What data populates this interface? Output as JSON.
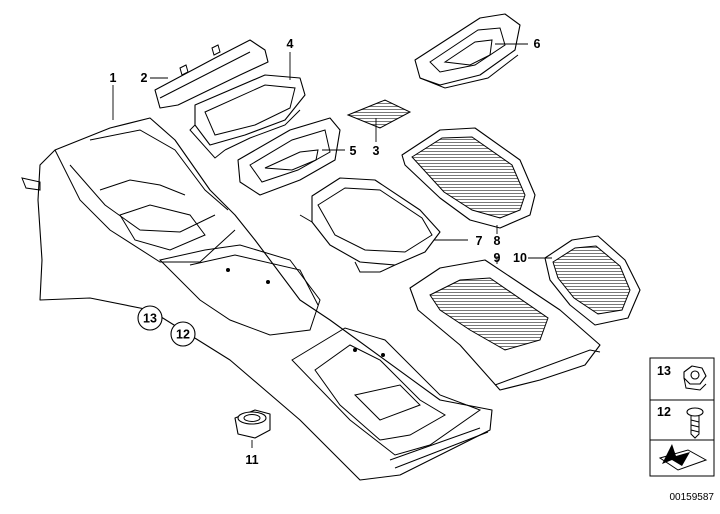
{
  "diagram": {
    "labels": {
      "p1": "1",
      "p2": "2",
      "p3": "3",
      "p4": "4",
      "p5": "5",
      "p6": "6",
      "p7": "7",
      "p8": "8",
      "p9": "9",
      "p10": "10",
      "p11": "11",
      "p12": "12",
      "p13": "13"
    },
    "legend": {
      "item_13": "13",
      "item_12": "12"
    },
    "document_number": "00159587"
  }
}
